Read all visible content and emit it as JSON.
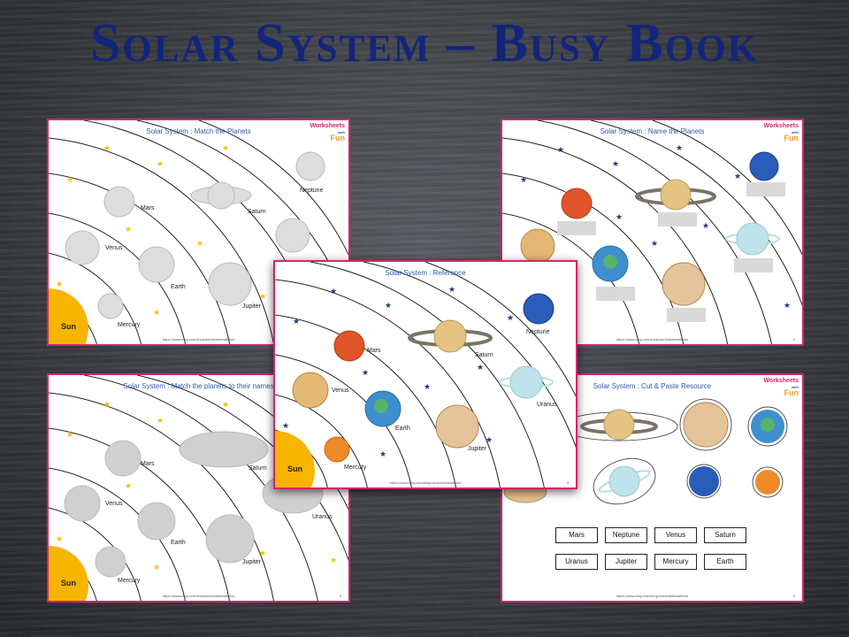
{
  "banner": {
    "title": "Solar System – Busy Book"
  },
  "logo": {
    "line1": "Worksheets",
    "line2": "with",
    "line3": "Fun"
  },
  "url_text": "https://www.etsy.com/shop/worksheetswithfun",
  "pages": {
    "match": {
      "title": "Solar System : Match the Planets",
      "labels": {
        "sun": "Sun",
        "mercury": "Mercury",
        "venus": "Venus",
        "earth": "Earth",
        "mars": "Mars",
        "jupiter": "Jupiter",
        "saturn": "Saturn",
        "neptune": "Neptune"
      }
    },
    "name": {
      "title": "Solar System : Name the Planets",
      "page_number": "2"
    },
    "match_names": {
      "title": "Solar System : Match the planets to their names",
      "page_number": "4",
      "labels": {
        "sun": "Sun",
        "mercury": "Mercury",
        "venus": "Venus",
        "earth": "Earth",
        "mars": "Mars",
        "jupiter": "Jupiter",
        "saturn": "Saturn",
        "uranus": "Uranus"
      }
    },
    "reference": {
      "title": "Solar System :  Reference",
      "page_number": "4",
      "labels": {
        "sun": "Sun",
        "mercury": "Mercury",
        "venus": "Venus",
        "earth": "Earth",
        "mars": "Mars",
        "jupiter": "Jupiter",
        "saturn": "Saturn",
        "uranus": "Uranus",
        "neptune": "Neptune"
      }
    },
    "cut_paste": {
      "title": "Solar System : Cut & Paste Resource",
      "page_number": "5",
      "words": [
        "Mars",
        "Neptune",
        "Venus",
        "Saturn",
        "Uranus",
        "Jupiter",
        "Mercury",
        "Earth"
      ]
    }
  },
  "colors": {
    "title": "#13257a",
    "border": "#d6246e",
    "page_title": "#2d5aa6",
    "sun": "#f7b500",
    "star_gold": "#f2c300",
    "star_navy": "#1e3a78"
  }
}
